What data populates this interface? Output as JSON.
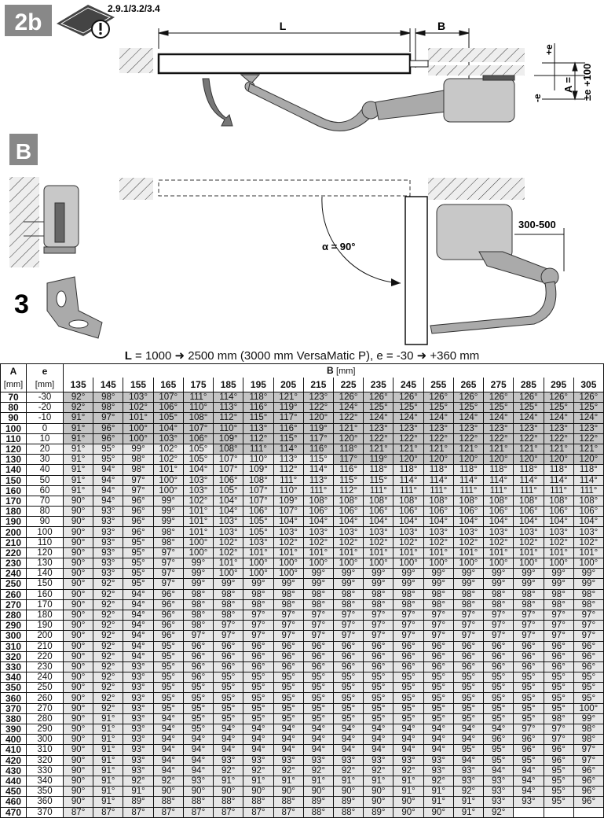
{
  "figure": {
    "step_label": "2b",
    "manual_ref": "2.9.1/3.2/3.4",
    "dim_L": "L",
    "dim_B": "B",
    "dim_plus_e": "+e",
    "dim_minus_e": "-e",
    "dim_A": "A =",
    "dim_A_value": "±e +100",
    "section_label": "B",
    "part_label": "3",
    "angle_label": "α = 90°",
    "distance_label": "300-500"
  },
  "caption": {
    "L_symbol": "L",
    "text": " = 1000 ➜ 2500 mm (3000 mm VersaMatic P), e = -30 ➜ +360 mm"
  },
  "colors": {
    "dark_cell": "#c4c4c4",
    "light_cell": "#e6e6e6",
    "label_box": "#888888"
  },
  "table": {
    "col_A": "A",
    "col_e": "e",
    "unit": "[mm]",
    "group_B": "B",
    "group_B_unit": "[mm]",
    "B_values": [
      "135",
      "145",
      "155",
      "165",
      "175",
      "185",
      "195",
      "205",
      "215",
      "225",
      "235",
      "245",
      "255",
      "265",
      "275",
      "285",
      "295",
      "305"
    ],
    "rows": [
      {
        "A": "70",
        "e": "-30",
        "v": [
          92,
          98,
          103,
          107,
          111,
          114,
          118,
          121,
          123,
          126,
          126,
          126,
          126,
          126,
          126,
          126,
          126,
          126
        ],
        "dark_from": 0
      },
      {
        "A": "80",
        "e": "-20",
        "v": [
          92,
          98,
          102,
          106,
          110,
          113,
          116,
          119,
          122,
          124,
          125,
          125,
          125,
          125,
          125,
          125,
          125,
          125
        ],
        "dark_from": 0
      },
      {
        "A": "90",
        "e": "-10",
        "v": [
          91,
          97,
          101,
          105,
          108,
          112,
          115,
          117,
          120,
          122,
          124,
          124,
          124,
          124,
          124,
          124,
          124,
          124
        ],
        "dark_from": 0
      },
      {
        "A": "100",
        "e": "0",
        "v": [
          91,
          96,
          100,
          104,
          107,
          110,
          113,
          116,
          119,
          121,
          123,
          123,
          123,
          123,
          123,
          123,
          123,
          123
        ],
        "dark_from": 0
      },
      {
        "A": "110",
        "e": "10",
        "v": [
          91,
          96,
          100,
          103,
          106,
          109,
          112,
          115,
          117,
          120,
          122,
          122,
          122,
          122,
          122,
          122,
          122,
          122
        ],
        "dark_from": 0
      },
      {
        "A": "120",
        "e": "20",
        "v": [
          91,
          95,
          99,
          102,
          105,
          108,
          111,
          114,
          116,
          118,
          121,
          121,
          121,
          121,
          121,
          121,
          121,
          121
        ],
        "dark_from": 5
      },
      {
        "A": "130",
        "e": "30",
        "v": [
          91,
          95,
          98,
          102,
          105,
          107,
          110,
          113,
          115,
          117,
          119,
          120,
          120,
          120,
          120,
          120,
          120,
          120
        ],
        "dark_from": 9
      },
      {
        "A": "140",
        "e": "40",
        "v": [
          91,
          94,
          98,
          101,
          104,
          107,
          109,
          112,
          114,
          116,
          118,
          118,
          118,
          118,
          118,
          118,
          118,
          118
        ]
      },
      {
        "A": "150",
        "e": "50",
        "v": [
          91,
          94,
          97,
          100,
          103,
          106,
          108,
          111,
          113,
          115,
          115,
          114,
          114,
          114,
          114,
          114,
          114,
          114
        ]
      },
      {
        "A": "160",
        "e": "60",
        "v": [
          91,
          94,
          97,
          100,
          103,
          105,
          107,
          110,
          111,
          112,
          111,
          111,
          111,
          111,
          111,
          111,
          111,
          111
        ]
      },
      {
        "A": "170",
        "e": "70",
        "v": [
          90,
          94,
          96,
          99,
          102,
          104,
          107,
          109,
          108,
          108,
          108,
          108,
          108,
          108,
          108,
          108,
          108,
          108
        ]
      },
      {
        "A": "180",
        "e": "80",
        "v": [
          90,
          93,
          96,
          99,
          101,
          104,
          106,
          107,
          106,
          106,
          106,
          106,
          106,
          106,
          106,
          106,
          106,
          106
        ]
      },
      {
        "A": "190",
        "e": "90",
        "v": [
          90,
          93,
          96,
          99,
          101,
          103,
          105,
          104,
          104,
          104,
          104,
          104,
          104,
          104,
          104,
          104,
          104,
          104
        ]
      },
      {
        "A": "200",
        "e": "100",
        "v": [
          90,
          93,
          96,
          98,
          101,
          103,
          105,
          103,
          103,
          103,
          103,
          103,
          103,
          103,
          103,
          103,
          103,
          103
        ]
      },
      {
        "A": "210",
        "e": "110",
        "v": [
          90,
          93,
          95,
          98,
          100,
          102,
          103,
          102,
          102,
          102,
          102,
          102,
          102,
          102,
          102,
          102,
          102,
          102
        ]
      },
      {
        "A": "220",
        "e": "120",
        "v": [
          90,
          93,
          95,
          97,
          100,
          102,
          101,
          101,
          101,
          101,
          101,
          101,
          101,
          101,
          101,
          101,
          101,
          101
        ]
      },
      {
        "A": "230",
        "e": "130",
        "v": [
          90,
          93,
          95,
          97,
          99,
          101,
          100,
          100,
          100,
          100,
          100,
          100,
          100,
          100,
          100,
          100,
          100,
          100
        ]
      },
      {
        "A": "240",
        "e": "140",
        "v": [
          90,
          93,
          95,
          97,
          99,
          100,
          100,
          100,
          99,
          99,
          99,
          99,
          99,
          99,
          99,
          99,
          99,
          99
        ]
      },
      {
        "A": "250",
        "e": "150",
        "v": [
          90,
          92,
          95,
          97,
          99,
          99,
          99,
          99,
          99,
          99,
          99,
          99,
          99,
          99,
          99,
          99,
          99,
          99
        ]
      },
      {
        "A": "260",
        "e": "160",
        "v": [
          90,
          92,
          94,
          96,
          98,
          98,
          98,
          98,
          98,
          98,
          98,
          98,
          98,
          98,
          98,
          98,
          98,
          98
        ]
      },
      {
        "A": "270",
        "e": "170",
        "v": [
          90,
          92,
          94,
          96,
          98,
          98,
          98,
          98,
          98,
          98,
          98,
          98,
          98,
          98,
          98,
          98,
          98,
          98
        ]
      },
      {
        "A": "280",
        "e": "180",
        "v": [
          90,
          92,
          94,
          96,
          98,
          98,
          97,
          97,
          97,
          97,
          97,
          97,
          97,
          97,
          97,
          97,
          97,
          97
        ]
      },
      {
        "A": "290",
        "e": "190",
        "v": [
          90,
          92,
          94,
          96,
          98,
          97,
          97,
          97,
          97,
          97,
          97,
          97,
          97,
          97,
          97,
          97,
          97,
          97
        ]
      },
      {
        "A": "300",
        "e": "200",
        "v": [
          90,
          92,
          94,
          96,
          97,
          97,
          97,
          97,
          97,
          97,
          97,
          97,
          97,
          97,
          97,
          97,
          97,
          97
        ]
      },
      {
        "A": "310",
        "e": "210",
        "v": [
          90,
          92,
          94,
          95,
          96,
          96,
          96,
          96,
          96,
          96,
          96,
          96,
          96,
          96,
          96,
          96,
          96,
          96
        ]
      },
      {
        "A": "320",
        "e": "220",
        "v": [
          90,
          92,
          94,
          95,
          96,
          96,
          96,
          96,
          96,
          96,
          96,
          96,
          96,
          96,
          96,
          96,
          96,
          96
        ]
      },
      {
        "A": "330",
        "e": "230",
        "v": [
          90,
          92,
          93,
          95,
          96,
          96,
          96,
          96,
          96,
          96,
          96,
          96,
          96,
          96,
          96,
          96,
          96,
          96
        ]
      },
      {
        "A": "340",
        "e": "240",
        "v": [
          90,
          92,
          93,
          95,
          96,
          95,
          95,
          95,
          95,
          95,
          95,
          95,
          95,
          95,
          95,
          95,
          95,
          95
        ]
      },
      {
        "A": "350",
        "e": "250",
        "v": [
          90,
          92,
          93,
          95,
          95,
          95,
          95,
          95,
          95,
          95,
          95,
          95,
          95,
          95,
          95,
          95,
          95,
          95
        ]
      },
      {
        "A": "360",
        "e": "260",
        "v": [
          90,
          92,
          93,
          95,
          95,
          95,
          95,
          95,
          95,
          95,
          95,
          95,
          95,
          95,
          95,
          95,
          95,
          95
        ]
      },
      {
        "A": "370",
        "e": "270",
        "v": [
          90,
          92,
          93,
          95,
          95,
          95,
          95,
          95,
          95,
          95,
          95,
          95,
          95,
          95,
          95,
          95,
          95,
          100
        ]
      },
      {
        "A": "380",
        "e": "280",
        "v": [
          90,
          91,
          93,
          94,
          95,
          95,
          95,
          95,
          95,
          95,
          95,
          95,
          95,
          95,
          95,
          95,
          98,
          99
        ]
      },
      {
        "A": "390",
        "e": "290",
        "v": [
          90,
          91,
          93,
          94,
          95,
          94,
          94,
          94,
          94,
          94,
          94,
          94,
          94,
          94,
          94,
          97,
          97,
          98
        ]
      },
      {
        "A": "400",
        "e": "300",
        "v": [
          90,
          91,
          93,
          94,
          94,
          94,
          94,
          94,
          94,
          94,
          94,
          94,
          94,
          94,
          96,
          96,
          97,
          98
        ]
      },
      {
        "A": "410",
        "e": "310",
        "v": [
          90,
          91,
          93,
          94,
          94,
          94,
          94,
          94,
          94,
          94,
          94,
          94,
          94,
          95,
          95,
          96,
          96,
          97
        ]
      },
      {
        "A": "420",
        "e": "320",
        "v": [
          90,
          91,
          93,
          94,
          94,
          93,
          93,
          93,
          93,
          93,
          93,
          93,
          93,
          94,
          95,
          95,
          96,
          97
        ]
      },
      {
        "A": "430",
        "e": "330",
        "v": [
          90,
          91,
          93,
          94,
          94,
          92,
          92,
          92,
          92,
          92,
          92,
          92,
          93,
          93,
          94,
          94,
          95,
          96
        ]
      },
      {
        "A": "440",
        "e": "340",
        "v": [
          90,
          91,
          92,
          92,
          93,
          91,
          91,
          91,
          91,
          91,
          91,
          91,
          92,
          93,
          93,
          94,
          95,
          96
        ]
      },
      {
        "A": "450",
        "e": "350",
        "v": [
          90,
          91,
          91,
          90,
          90,
          90,
          90,
          90,
          90,
          90,
          90,
          91,
          91,
          92,
          93,
          94,
          95,
          96
        ]
      },
      {
        "A": "460",
        "e": "360",
        "v": [
          90,
          91,
          89,
          88,
          88,
          88,
          88,
          88,
          89,
          89,
          90,
          90,
          91,
          91,
          93,
          93,
          95,
          96
        ]
      },
      {
        "A": "470",
        "e": "370",
        "v": [
          87,
          87,
          87,
          87,
          87,
          87,
          87,
          87,
          88,
          88,
          89,
          90,
          90,
          91,
          92,
          null,
          null,
          null
        ]
      }
    ]
  }
}
